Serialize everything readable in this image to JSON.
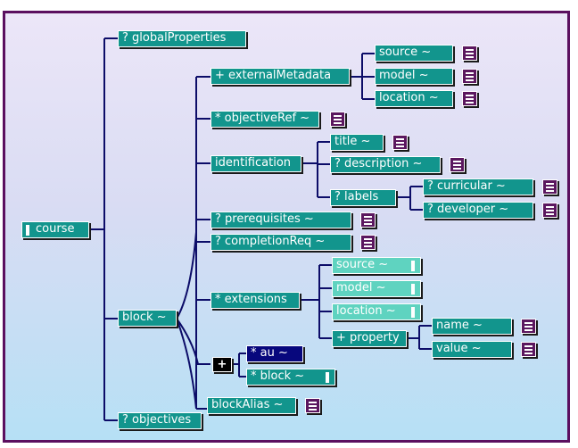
{
  "colors": {
    "frame": "#5b0f5f",
    "wire": "#0c0c68",
    "node_dark": "#12958d",
    "node_light": "#5fd3c0",
    "node_selected": "#07077d",
    "detail_box": "#5b175f"
  },
  "icons": {
    "detail": "lines-icon",
    "collapse": "plus-icon"
  },
  "nodes": {
    "course": "course",
    "globalProperties": "?  globalProperties",
    "externalMetadata": "+  externalMetadata",
    "source": "source ~",
    "model": "model ~",
    "location": "location ~",
    "objectiveRef": "* objectiveRef ~",
    "identification": "identification",
    "title": "title ~",
    "description": "? description ~",
    "labels": "?  labels",
    "curricular": "? curricular ~",
    "developer": "? developer ~",
    "prerequisites": "? prerequisites ~",
    "completionReq": "? completionReq ~",
    "extensions": "* extensions",
    "ext_source": "source ~",
    "ext_model": "model ~",
    "ext_location": "location ~",
    "property": "+ property",
    "name": "name ~",
    "value": "value ~",
    "block": "block ~",
    "collapse_toggle": "+",
    "au": "* au ~",
    "child_block": "* block ~",
    "blockAlias": "blockAlias ~",
    "objectives": "? objectives"
  }
}
